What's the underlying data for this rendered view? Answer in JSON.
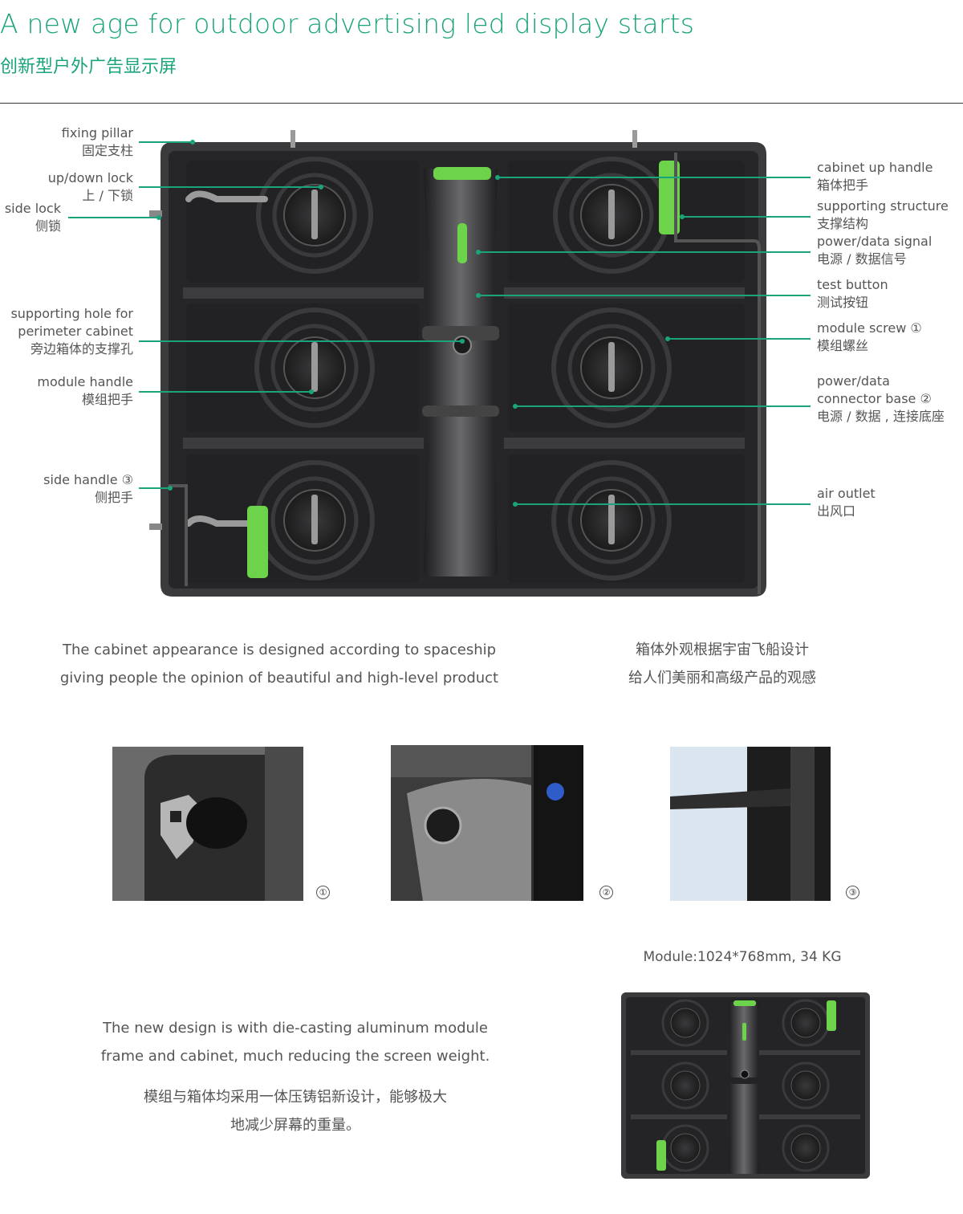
{
  "header": {
    "title_en": "A new age for outdoor advertising led display starts",
    "title_cn": "创新型户外广告显示屏"
  },
  "callouts_left": [
    {
      "en": "fixing pillar",
      "cn": "固定支柱"
    },
    {
      "en": "up/down lock",
      "cn": "上 / 下锁"
    },
    {
      "en": "side lock",
      "cn": "侧锁"
    },
    {
      "en": "supporting hole for",
      "en2": "perimeter cabinet",
      "cn": "旁边箱体的支撑孔"
    },
    {
      "en": "module handle",
      "cn": "模组把手"
    },
    {
      "en": "side handle ③",
      "cn": "侧把手"
    }
  ],
  "callouts_right": [
    {
      "en": "cabinet up handle",
      "cn": "箱体把手"
    },
    {
      "en": "supporting structure",
      "cn": "支撑结构"
    },
    {
      "en": "power/data signal",
      "cn": "电源 / 数据信号"
    },
    {
      "en": "test button",
      "cn": "测试按钮"
    },
    {
      "en": "module screw ①",
      "cn": "模组螺丝"
    },
    {
      "en": "power/data",
      "en2": "connector base ②",
      "cn": "电源 / 数据 , 连接底座"
    },
    {
      "en": "air outlet",
      "cn": "出风口"
    }
  ],
  "design_text": {
    "en_line1": "The cabinet appearance is designed according to spaceship",
    "en_line2": "giving people the opinion of beautiful and high-level product",
    "cn_line1": "箱体外观根据宇宙飞船设计",
    "cn_line2": "给人们美丽和高级产品的观感"
  },
  "detail_numbers": [
    "①",
    "②",
    "③"
  ],
  "module": {
    "caption": "Module:1024*768mm, 34 KG"
  },
  "material_text": {
    "en_line1": "The new design is with die-casting aluminum module",
    "en_line2": "frame and cabinet, much reducing the screen weight.",
    "cn_line1": "模组与箱体均采用一体压铸铝新设计，能够极大",
    "cn_line2": "地减少屏幕的重量。"
  },
  "colors": {
    "accent": "#19a47c",
    "handle_green": "#6cd34a",
    "cabinet_dark": "#2b2b2d"
  }
}
